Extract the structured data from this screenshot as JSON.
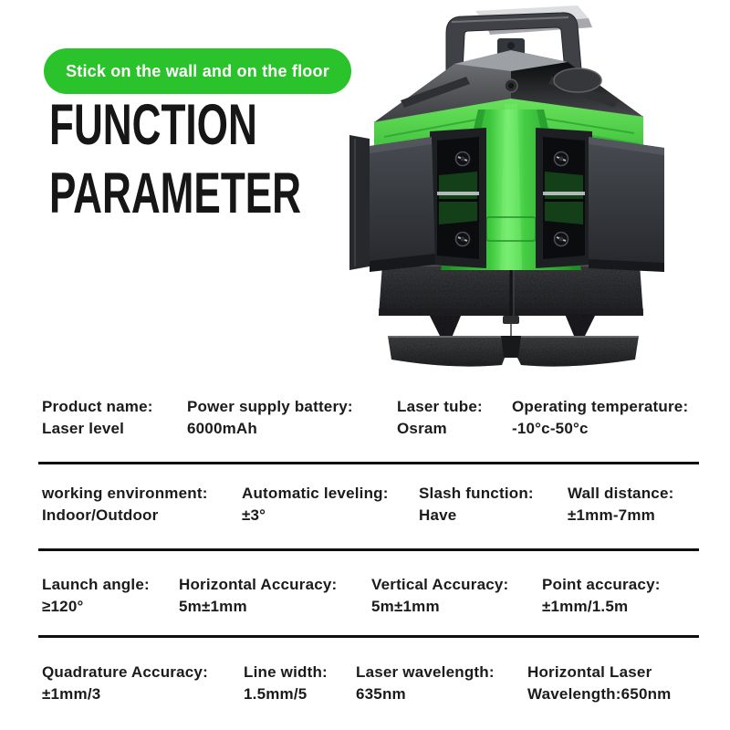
{
  "page": {
    "background_color": "#ffffff"
  },
  "badge": {
    "label": "Stick on the wall and on the floor",
    "background_color": "#2bc32b",
    "text_color": "#ffffff"
  },
  "title": {
    "line1": "FUNCTION",
    "line2": "PARAMETER",
    "color": "#161616"
  },
  "product_image": {
    "name": "green-laser-level-photo",
    "body_green": "#3ec33c",
    "housing_dark": "#2a2c30",
    "base_gray": "#3a3a3c"
  },
  "spec_table": {
    "divider_color": "#0e0e0e",
    "text_color": "#1b1b1b",
    "rows": [
      {
        "cells": [
          {
            "label": "Product name:",
            "value": "Laser level"
          },
          {
            "label": "Power supply battery:",
            "value": "6000mAh"
          },
          {
            "label": "Laser tube:",
            "value": "Osram"
          },
          {
            "label": "Operating temperature:",
            "value": "-10°c-50°c"
          }
        ]
      },
      {
        "cells": [
          {
            "label": "working environment:",
            "value": "Indoor/Outdoor"
          },
          {
            "label": "Automatic leveling:",
            "value": "±3°"
          },
          {
            "label": "Slash function:",
            "value": "Have"
          },
          {
            "label": "Wall distance:",
            "value": "±1mm-7mm"
          }
        ]
      },
      {
        "cells": [
          {
            "label": "Launch angle:",
            "value": "≥120°"
          },
          {
            "label": "Horizontal Accuracy:",
            "value": "5m±1mm"
          },
          {
            "label": "Vertical Accuracy:",
            "value": "5m±1mm"
          },
          {
            "label": "Point accuracy:",
            "value": "±1mm/1.5m"
          }
        ]
      },
      {
        "cells": [
          {
            "label": "Quadrature Accuracy:",
            "value": "±1mm/3"
          },
          {
            "label": "Line width:",
            "value": "1.5mm/5"
          },
          {
            "label": "Laser wavelength:",
            "value": "635nm"
          },
          {
            "label": "Horizontal Laser",
            "value": "Wavelength:650nm"
          }
        ]
      }
    ]
  }
}
